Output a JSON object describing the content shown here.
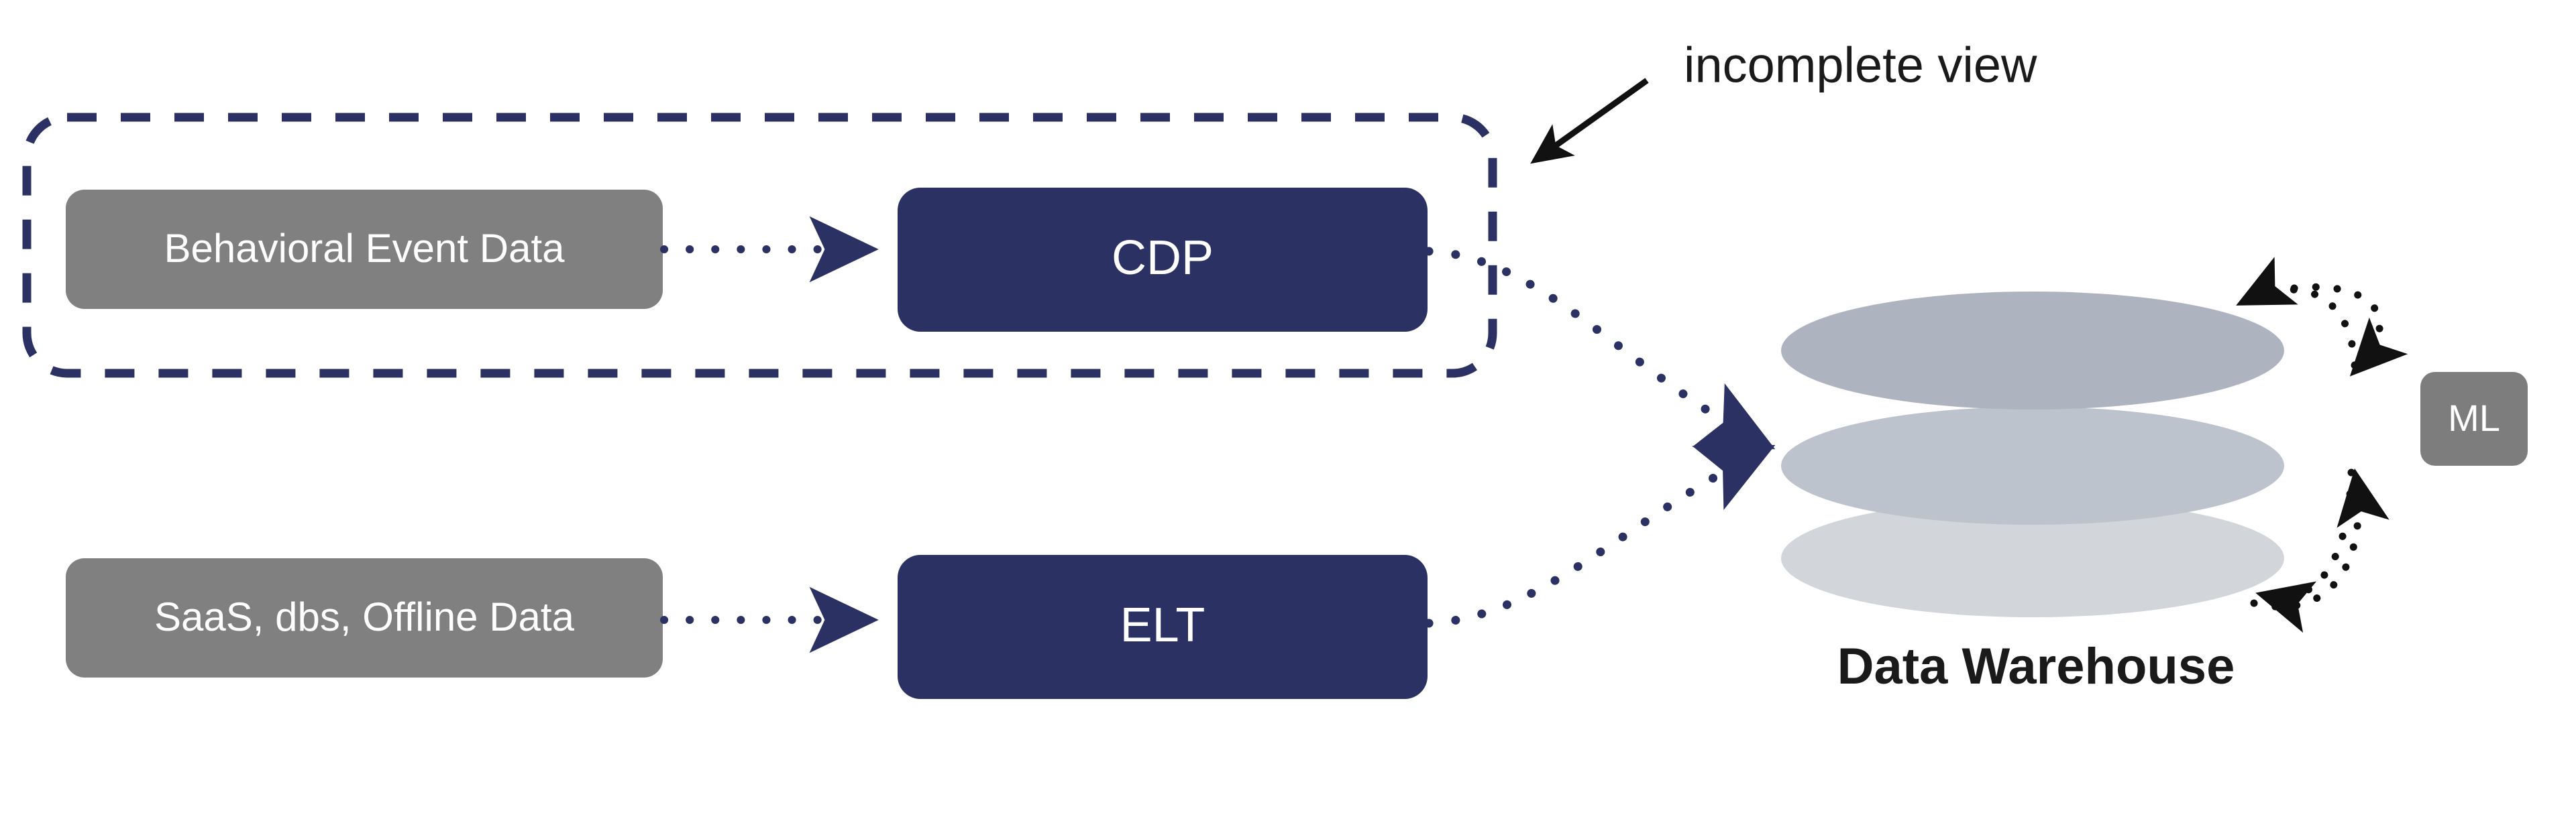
{
  "diagram": {
    "title_note": "incomplete view",
    "colors": {
      "navy": "#2b3163",
      "gray_source": "#808080",
      "gray_ml": "#7d7d7d",
      "warehouse_top": "#adb4c0",
      "warehouse_middle": "#bcc3cc",
      "warehouse_bottom": "#d2d5da",
      "text_light": "#ffffff",
      "text_dark": "#1a1a1a",
      "arrow_black": "#111111",
      "canvas_bg": "#ffffff"
    },
    "annotation": {
      "label": "incomplete view",
      "arrow_name": "annotation-arrow"
    },
    "group_box": {
      "name": "incomplete-view-dashed-group",
      "style": "dashed",
      "stroke": "#2b3163"
    },
    "nodes": [
      {
        "id": "behavioral-event-data",
        "label": "Behavioral Event Data",
        "shape": "rounded-rect",
        "fill": "#808080",
        "text_color": "#ffffff"
      },
      {
        "id": "cdp",
        "label": "CDP",
        "shape": "rounded-rect",
        "fill": "#2b3163",
        "text_color": "#ffffff"
      },
      {
        "id": "saas-dbs-offline-data",
        "label": "SaaS, dbs, Offline Data",
        "shape": "rounded-rect",
        "fill": "#808080",
        "text_color": "#ffffff"
      },
      {
        "id": "elt",
        "label": "ELT",
        "shape": "rounded-rect",
        "fill": "#2b3163",
        "text_color": "#ffffff"
      },
      {
        "id": "data-warehouse",
        "label": "Data Warehouse",
        "shape": "stacked-ellipses",
        "text_color": "#1a1a1a"
      },
      {
        "id": "ml",
        "label": "ML",
        "shape": "rounded-rect",
        "fill": "#7d7d7d",
        "text_color": "#ffffff"
      }
    ],
    "edges": [
      {
        "id": "behavioral-to-cdp",
        "from": "behavioral-event-data",
        "to": "cdp",
        "style": "dotted",
        "color": "#2b3163"
      },
      {
        "id": "saas-to-elt",
        "from": "saas-dbs-offline-data",
        "to": "elt",
        "style": "dotted",
        "color": "#2b3163"
      },
      {
        "id": "cdp-to-warehouse",
        "from": "cdp",
        "to": "data-warehouse",
        "style": "dotted-curve",
        "color": "#2b3163"
      },
      {
        "id": "elt-to-warehouse",
        "from": "elt",
        "to": "data-warehouse",
        "style": "dotted-curve",
        "color": "#2b3163"
      },
      {
        "id": "warehouse-to-ml",
        "from": "data-warehouse",
        "to": "ml",
        "style": "dotted-curve",
        "color": "#111111"
      },
      {
        "id": "ml-to-warehouse",
        "from": "ml",
        "to": "data-warehouse",
        "style": "dotted-curve",
        "color": "#111111"
      }
    ]
  }
}
